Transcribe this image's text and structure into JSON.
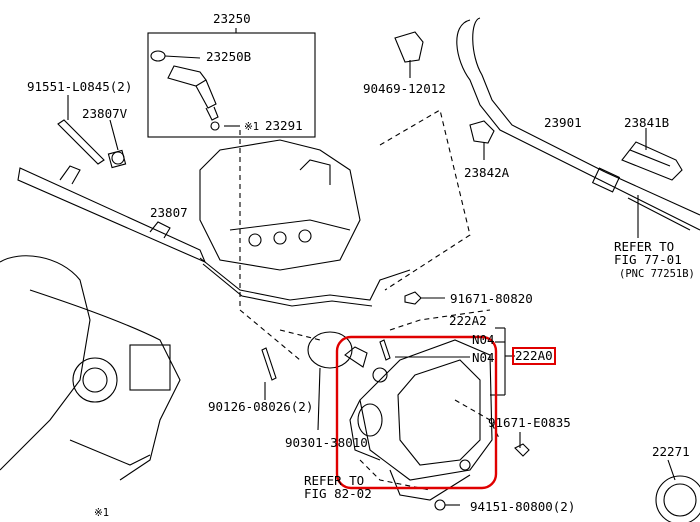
{
  "labels": {
    "p23250": "23250",
    "p23250b": "23250B",
    "p23291": "23291",
    "p23291_mark": "※1",
    "p91551": "91551-L0845(2)",
    "p23807v": "23807V",
    "p23807": "23807",
    "p90469": "90469-12012",
    "p23842a": "23842A",
    "p23901": "23901",
    "p23841b": "23841B",
    "refer1_l1": "REFER TO",
    "refer1_l2": "FIG 77-01",
    "refer1_l3": "(PNC 77251B)",
    "p91671_80820": "91671-80820",
    "p222a2": "222A2",
    "n04_a": "N04",
    "n04_b": "N04",
    "p222a0": "222A0",
    "p90126": "90126-08026(2)",
    "p90301": "90301-38010",
    "p91671_e0835": "91671-E0835",
    "refer2_l1": "REFER TO",
    "refer2_l2": "FIG 82-02",
    "p94151": "94151-80800(2)",
    "p22271": "22271",
    "bottom_mark": "※1"
  },
  "highlight_color": "#e00000"
}
